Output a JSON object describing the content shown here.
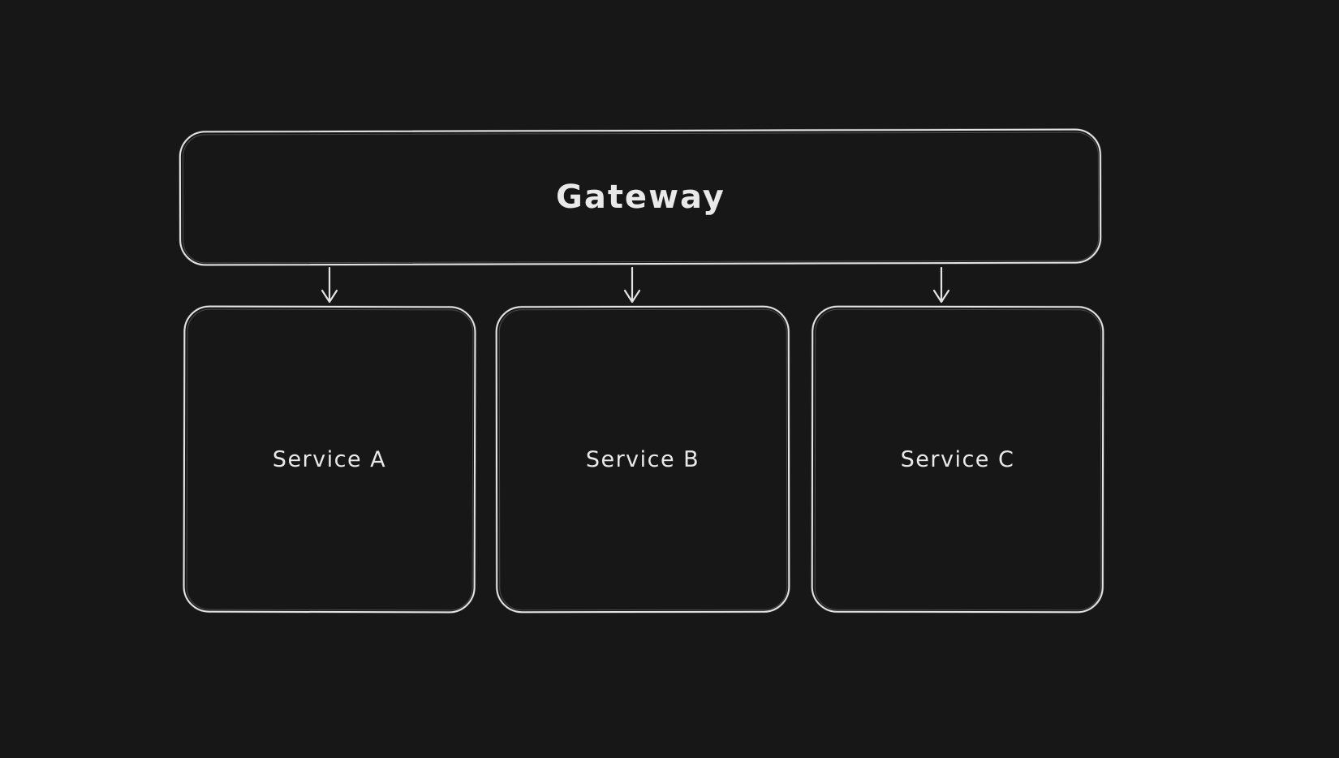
{
  "canvas": {
    "background_color": "#171717",
    "stroke_color": "#e3e3e3",
    "text_color": "#e9e9e9"
  },
  "diagram": {
    "gateway": {
      "label": "Gateway"
    },
    "services": [
      {
        "label": "Service A"
      },
      {
        "label": "Service B"
      },
      {
        "label": "Service C"
      }
    ],
    "connections": [
      {
        "from": "Gateway",
        "to": "Service A"
      },
      {
        "from": "Gateway",
        "to": "Service B"
      },
      {
        "from": "Gateway",
        "to": "Service C"
      }
    ]
  }
}
